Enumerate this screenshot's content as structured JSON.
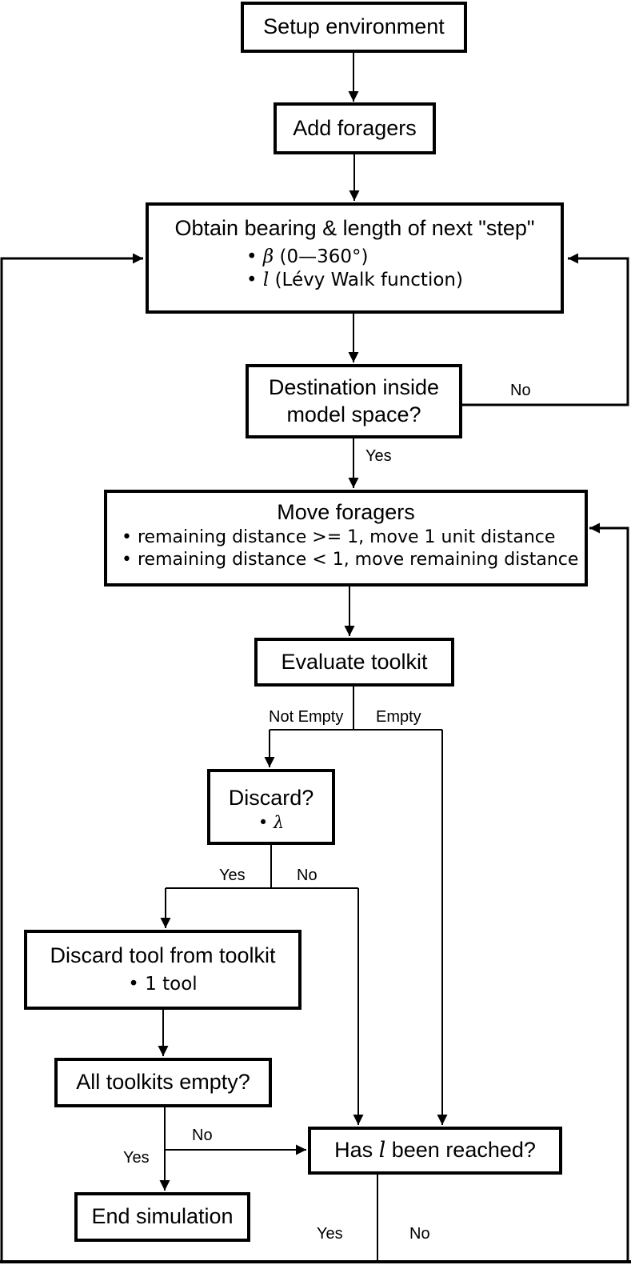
{
  "diagram": {
    "background_color": "#ffffff",
    "line_color": "#000000"
  },
  "nodes": {
    "setup": {
      "title": "Setup environment"
    },
    "add_foragers": {
      "title": "Add foragers"
    },
    "obtain_step": {
      "title": "Obtain bearing & length of next \"step\"",
      "bullets": [
        {
          "math": "β",
          "text": " (0—360°)"
        },
        {
          "math": "l",
          "text": " (Lévy Walk function)"
        }
      ]
    },
    "destination": {
      "title": "Destination inside model space?"
    },
    "move_foragers": {
      "title": "Move foragers",
      "bullets": [
        {
          "math": "",
          "text": "remaining distance >= 1, move 1 unit distance"
        },
        {
          "math": "",
          "text": "remaining distance < 1, move remaining distance"
        }
      ]
    },
    "evaluate_toolkit": {
      "title": "Evaluate toolkit"
    },
    "discard": {
      "title": "Discard?",
      "bullets": [
        {
          "math": "λ",
          "text": ""
        }
      ]
    },
    "discard_tool": {
      "title": "Discard tool from toolkit",
      "bullets": [
        {
          "math": "",
          "text": "1 tool"
        }
      ]
    },
    "all_toolkits": {
      "title": "All toolkits empty?"
    },
    "end_simulation": {
      "title": "End simulation"
    },
    "has_l": {
      "pre": "Has ",
      "math": "l",
      "post": " been reached?"
    }
  },
  "edge_labels": {
    "destination_no": "No",
    "destination_yes": "Yes",
    "toolkit_not_empty": "Not Empty",
    "toolkit_empty": "Empty",
    "discard_yes": "Yes",
    "discard_no": "No",
    "all_toolkits_no": "No",
    "all_toolkits_yes": "Yes",
    "has_l_yes": "Yes",
    "has_l_no": "No"
  }
}
